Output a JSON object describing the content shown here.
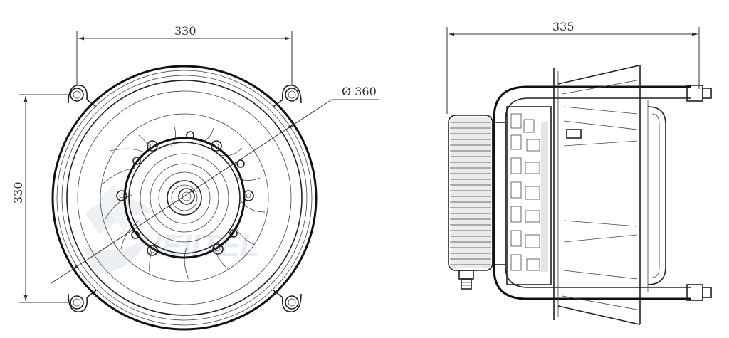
{
  "front_view": {
    "dim_width_label": "330",
    "dim_height_label": "330",
    "dim_diameter_label": "Ø 360"
  },
  "side_view": {
    "dim_depth_label": "335"
  },
  "watermark": {
    "text": "IEIITEL"
  },
  "colors": {
    "line": "#222222",
    "dimension": "#333333",
    "watermark": "#9ab8e0"
  }
}
